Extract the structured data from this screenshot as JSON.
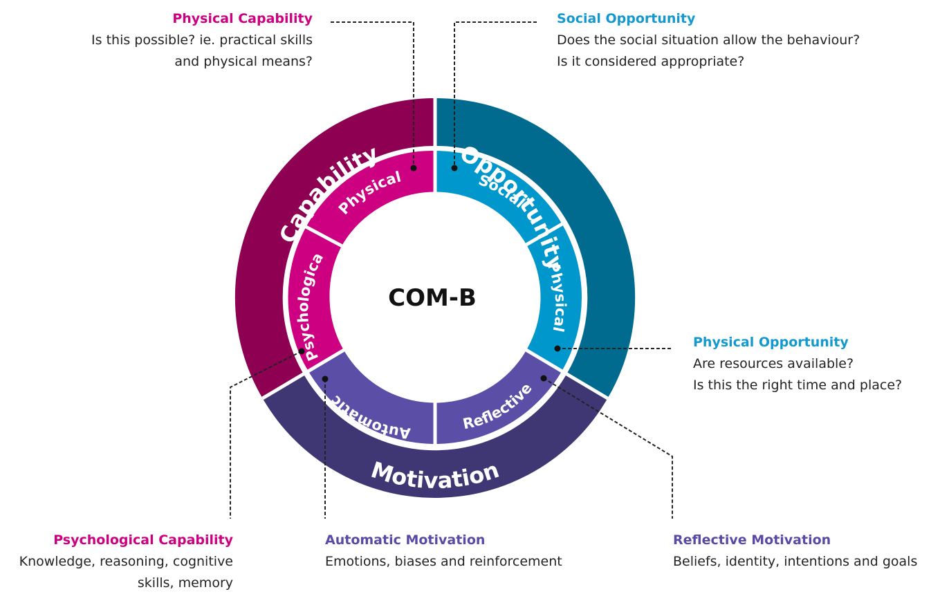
{
  "center": {
    "title": "COM-B"
  },
  "colors": {
    "capability_outer": "#8d0052",
    "capability_inner": "#cc0080",
    "opportunity_outer": "#006b8f",
    "opportunity_inner": "#0098cc",
    "motivation_outer": "#3f3773",
    "motivation_inner": "#5b4ea6",
    "title_capability": "#cc0080",
    "title_opportunity": "#1499cf",
    "title_motivation": "#5a4aa6"
  },
  "outer_ring": {
    "capability": "Capability",
    "opportunity": "Opportunity",
    "motivation": "Motivation"
  },
  "inner_ring": {
    "physical_capability": "Physical",
    "psychological_capability": "Psychological",
    "social_opportunity": "Social",
    "physical_opportunity": "Physical",
    "automatic_motivation": "Automatic",
    "reflective_motivation": "Reflective"
  },
  "annotations": {
    "physical_capability": {
      "title": "Physical Capability",
      "lines": [
        "Is this possible? ie. practical skills",
        "and physical means?"
      ]
    },
    "social_opportunity": {
      "title": "Social Opportunity",
      "lines": [
        "Does the social situation allow the behaviour?",
        "Is it considered appropriate?"
      ]
    },
    "physical_opportunity": {
      "title": "Physical Opportunity",
      "lines": [
        "Are resources available?",
        "Is this the right time and place?"
      ]
    },
    "psychological_capability": {
      "title": "Psychological Capability",
      "lines": [
        "Knowledge, reasoning, cognitive",
        "skills, memory"
      ]
    },
    "automatic_motivation": {
      "title": "Automatic Motivation",
      "lines": [
        "Emotions, biases and reinforcement"
      ]
    },
    "reflective_motivation": {
      "title": "Reflective Motivation",
      "lines": [
        "Beliefs, identity, intentions and goals"
      ]
    }
  }
}
